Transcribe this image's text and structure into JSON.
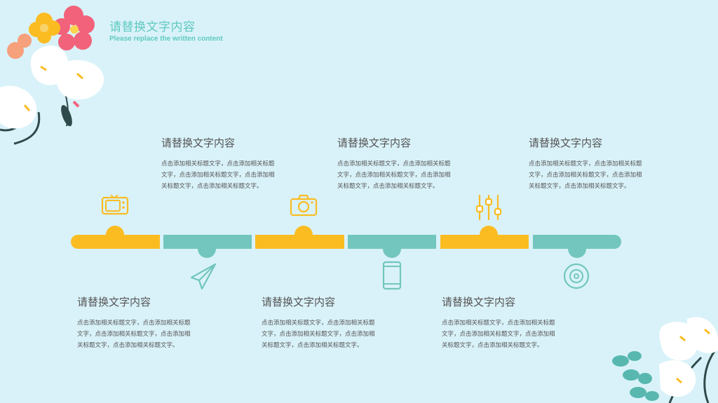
{
  "header": {
    "title": "请替换文字内容",
    "subtitle": "Please replace the written content"
  },
  "colors": {
    "yellow": "#fbbc22",
    "teal": "#72c6bd",
    "background": "#d9f2f9"
  },
  "items": [
    {
      "title": "请替换文字内容",
      "lines": [
        "点击添加相关标题文字，点击添加相关标题",
        "文字，点击添加相关标题文字，点击添加相",
        "关标题文字，点击添加相关标题文字。"
      ],
      "icon": "tv-icon"
    },
    {
      "title": "请替换文字内容",
      "lines": [
        "点击添加相关标题文字，点击添加相关标题",
        "文字，点击添加相关标题文字，点击添加相",
        "关标题文字，点击添加相关标题文字。"
      ],
      "icon": "paper-plane-icon"
    },
    {
      "title": "请替换文字内容",
      "lines": [
        "点击添加相关标题文字，点击添加相关标题",
        "文字，点击添加相关标题文字，点击添加相",
        "关标题文字，点击添加相关标题文字。"
      ],
      "icon": "camera-icon"
    },
    {
      "title": "请替换文字内容",
      "lines": [
        "点击添加相关标题文字，点击添加相关标题",
        "文字，点击添加相关标题文字，点击添加相",
        "关标题文字，点击添加相关标题文字。"
      ],
      "icon": "phone-icon"
    },
    {
      "title": "请替换文字内容",
      "lines": [
        "点击添加相关标题文字，点击添加相关标题",
        "文字，点击添加相关标题文字，点击添加相",
        "关标题文字，点击添加相关标题文字。"
      ],
      "icon": "sliders-icon"
    },
    {
      "title": "请替换文字内容",
      "lines": [
        "点击添加相关标题文字，点击添加相关标题",
        "文字，点击添加相关标题文字，点击添加相",
        "关标题文字，点击添加相关标题文字。"
      ],
      "icon": "disc-icon"
    }
  ]
}
